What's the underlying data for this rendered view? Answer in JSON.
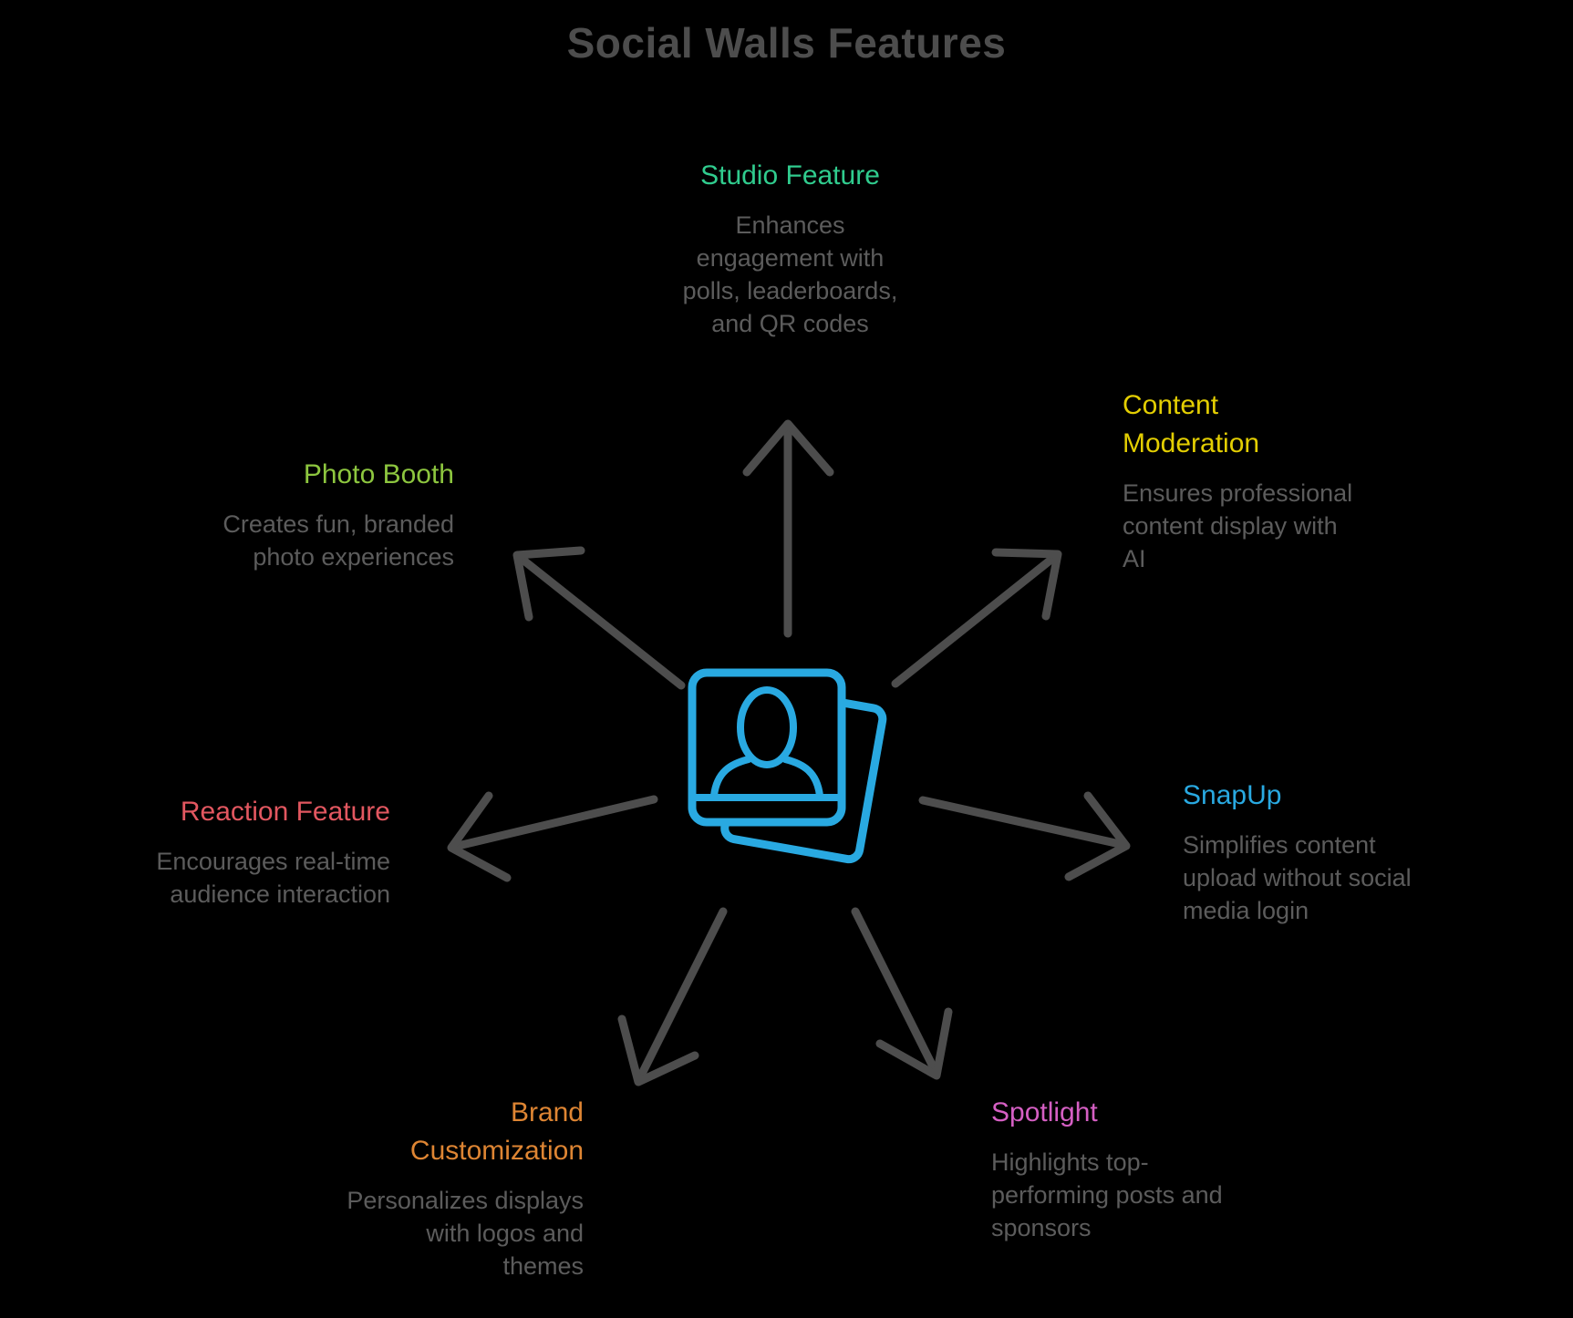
{
  "title": "Social Walls Features",
  "colors": {
    "background": "#000000",
    "title": "#4D4D4D",
    "arrow": "#4D4D4D",
    "description": "#5C5C5C",
    "icon": "#29A9E1"
  },
  "center_icon": "stacked-photo-cards-with-person",
  "features": [
    {
      "id": "studio-feature",
      "title": "Studio Feature",
      "color": "#30CC8E",
      "description": "Enhances\nengagement with\npolls, leaderboards,\nand QR codes"
    },
    {
      "id": "content-moderation",
      "title": "Content\nModeration",
      "color": "#E3CE02",
      "description": "Ensures professional\ncontent display with\nAI"
    },
    {
      "id": "snapup",
      "title": "SnapUp",
      "color": "#29A9E1",
      "description": "Simplifies content\nupload without social\nmedia login"
    },
    {
      "id": "spotlight",
      "title": "Spotlight",
      "color": "#D55FC3",
      "description": "Highlights top-\nperforming posts and\nsponsors"
    },
    {
      "id": "brand-customization",
      "title": "Brand\nCustomization",
      "color": "#DE8533",
      "description": "Personalizes displays\nwith logos and\nthemes"
    },
    {
      "id": "reaction-feature",
      "title": "Reaction Feature",
      "color": "#E25760",
      "description": "Encourages real-time\naudience interaction"
    },
    {
      "id": "photo-booth",
      "title": "Photo Booth",
      "color": "#8DC63F",
      "description": "Creates fun, branded\nphoto experiences"
    }
  ]
}
